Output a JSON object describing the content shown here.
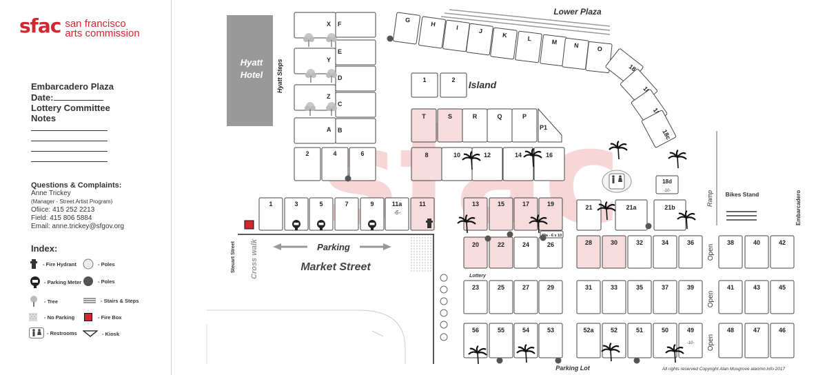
{
  "logo": {
    "mark": "sfac",
    "line1": "san francisco",
    "line2": "arts commission"
  },
  "meta": {
    "line1": "Embarcadero Plaza",
    "date_label": "Date:",
    "line3": "Lottery Committee",
    "line4": "Notes"
  },
  "contact": {
    "heading": "Questions & Complaints:",
    "name": "Anne Trickey",
    "role": "(Manager - Street Artist Program)",
    "office": "Ofiice: 415 252 2213",
    "field": "Field: 415 806 5884",
    "email": "Email: anne.trickey@sfgov.org"
  },
  "index": {
    "title": "Index:",
    "items": [
      {
        "icon": "fire-hydrant-icon",
        "label": "- Fire Hydrant"
      },
      {
        "icon": "pole-open-icon",
        "label": "- Poles"
      },
      {
        "icon": "parking-meter-icon",
        "label": "- Parking Meter"
      },
      {
        "icon": "pole-filled-icon",
        "label": "- Poles"
      },
      {
        "icon": "tree-icon",
        "label": "- Tree"
      },
      {
        "icon": "stairs-icon",
        "label": "- Stairs & Steps"
      },
      {
        "icon": "no-parking-icon",
        "label": "- No Parking"
      },
      {
        "icon": "fire-box-icon",
        "label": "- Fire Box"
      },
      {
        "icon": "restrooms-icon",
        "label": "- Restrooms"
      },
      {
        "icon": "kiosk-icon",
        "label": "- Kiosk"
      }
    ]
  },
  "labels": {
    "lower_plaza": "Lower Plaza",
    "island": "Island",
    "hyatt_line1": "Hyatt",
    "hyatt_line2": "Hotel",
    "hyatt_steps": "Hyatt Steps",
    "parking": "Parking",
    "market_street": "Market Street",
    "steuart_street": "Steuart Street",
    "cross_walk": "Cross walk",
    "lottery": "Lottery",
    "ramp": "Ramp",
    "bikes_stand": "Bikes Stand",
    "embarcadero": "Embarcadero",
    "parking_lot": "Parking Lot",
    "open": "Open",
    "copyright": "All rights reserved Copyright  Alan Musgrove  alanmo.info  2017",
    "watermark": "sfac"
  },
  "stalls": {
    "arc": [
      "G",
      "H",
      "I",
      "J",
      "K",
      "L",
      "M",
      "N",
      "O"
    ],
    "arc_right": [
      "18",
      "18a",
      "18b",
      "18c"
    ],
    "letters_col": [
      "X",
      "Y",
      "Z",
      "A"
    ],
    "letters_col2": [
      "F",
      "E",
      "D",
      "C",
      "B"
    ],
    "island": [
      "1",
      "2"
    ],
    "row_t": [
      "T",
      "S",
      "R",
      "Q",
      "P",
      "P1"
    ],
    "row_8": [
      "8",
      "10",
      "12",
      "14",
      "16"
    ],
    "row_2": [
      "2",
      "4",
      "6"
    ],
    "market_row": [
      "1",
      "3",
      "5",
      "7",
      "9",
      "11a",
      "11"
    ],
    "market_11a_sub": "-6-",
    "block_a_top": [
      "13",
      "15",
      "17",
      "19"
    ],
    "block_a_mid": [
      "20",
      "22",
      "24",
      "26"
    ],
    "stall_49a": "49a - 6 x 10",
    "block_21": [
      "21",
      "21a",
      "21b"
    ],
    "stall_18d": "18d",
    "stall_18d_sub": "-10-",
    "block_b_top": [
      "28",
      "30",
      "32",
      "34",
      "36"
    ],
    "block_c_top": [
      "38",
      "40",
      "42"
    ],
    "block_a_low": [
      "23",
      "25",
      "27",
      "29"
    ],
    "block_b_low": [
      "31",
      "33",
      "35",
      "37",
      "39"
    ],
    "block_c_low": [
      "41",
      "43",
      "45"
    ],
    "block_a_bot": [
      "56",
      "55",
      "54",
      "53"
    ],
    "block_b_bot": [
      "52a",
      "52",
      "51",
      "50",
      "49"
    ],
    "stall_49_sub": "-10-",
    "block_c_bot": [
      "48",
      "47",
      "46"
    ]
  },
  "colors": {
    "brand_red": "#d0282e",
    "hotel_gray": "#999999",
    "stall_pink": "#f6dcdc",
    "watermark_pink": "#f3c9c9"
  }
}
